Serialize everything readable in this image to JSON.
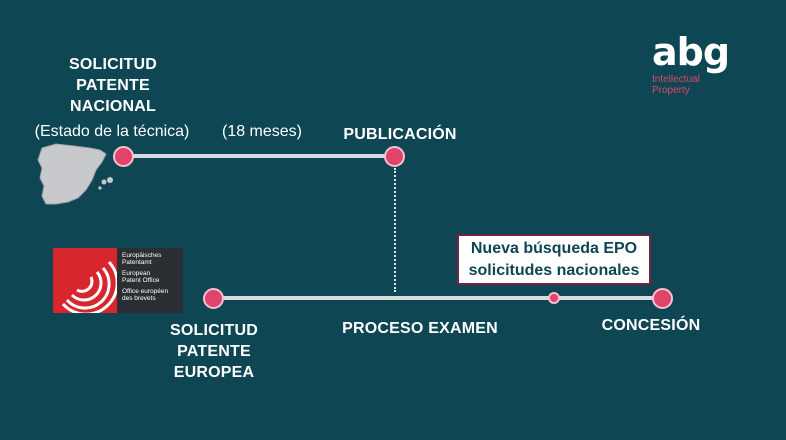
{
  "brand": {
    "name": "abg",
    "tagline_line1": "Intellectual",
    "tagline_line2": "Property",
    "accent_color": "#e0446a",
    "background_color": "#0e4654"
  },
  "epo_logo": {
    "line1": "Europäisches",
    "line2": "Patentamt",
    "line3": "European",
    "line4": "Patent Office",
    "line5": "Office européen",
    "line6": "des brevets"
  },
  "national": {
    "line1": "SOLICITUD",
    "line2": "PATENTE",
    "line3": "NACIONAL",
    "note": "(Estado de la técnica)"
  },
  "period": "(18 meses)",
  "publication": "PUBLICACIÓN",
  "european": {
    "line1": "SOLICITUD",
    "line2": "PATENTE",
    "line3": "EUROPEA"
  },
  "exam": "PROCESO EXAMEN",
  "grant": "CONCESIÓN",
  "callout": {
    "line1": "Nueva búsqueda EPO",
    "line2": "solicitudes nacionales"
  },
  "icons": {
    "spain": "spain-map-icon",
    "epo": "epo-logo-icon"
  }
}
